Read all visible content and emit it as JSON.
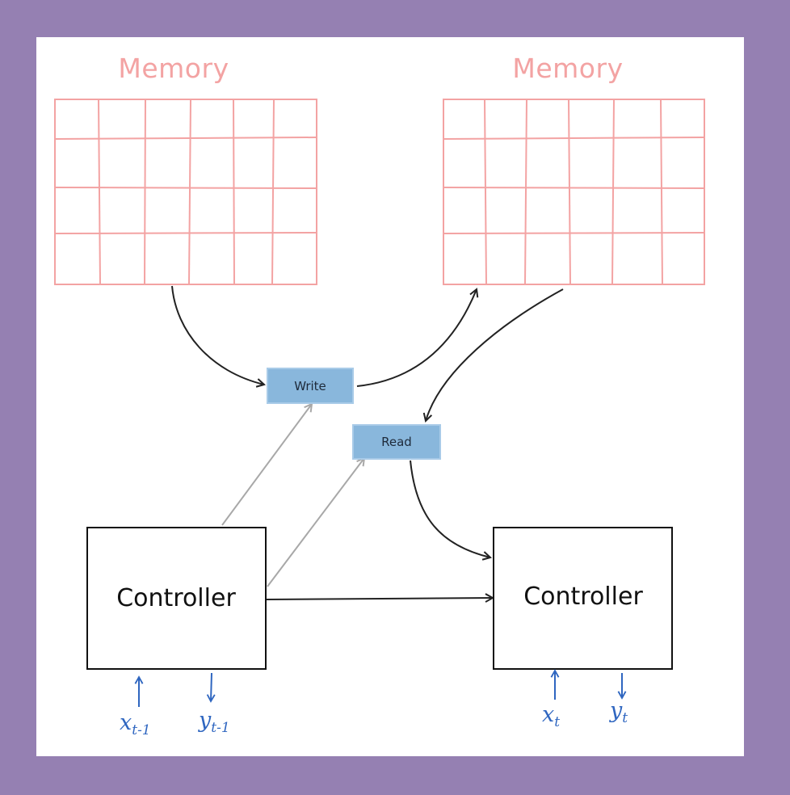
{
  "diagram": {
    "memories": [
      {
        "title": "Memory"
      },
      {
        "title": "Memory"
      }
    ],
    "operations": {
      "write": {
        "label": "Write"
      },
      "read": {
        "label": "Read"
      }
    },
    "controllers": [
      {
        "label": "Controller"
      },
      {
        "label": "Controller"
      }
    ],
    "io": {
      "prev_input": {
        "symbol": "x",
        "subscript": "t-1"
      },
      "prev_output": {
        "symbol": "y",
        "subscript": "t-1"
      },
      "cur_input": {
        "symbol": "x",
        "subscript": "t"
      },
      "cur_output": {
        "symbol": "y",
        "subscript": "t"
      }
    },
    "colors": {
      "background": "#9580b2",
      "panel": "#ffffff",
      "memory_grid": "#f3a3a3",
      "op_box": "#89b7dc",
      "arrow_dark": "#222222",
      "arrow_light": "#a8a8a8",
      "io_arrows": "#2f66c0"
    }
  }
}
